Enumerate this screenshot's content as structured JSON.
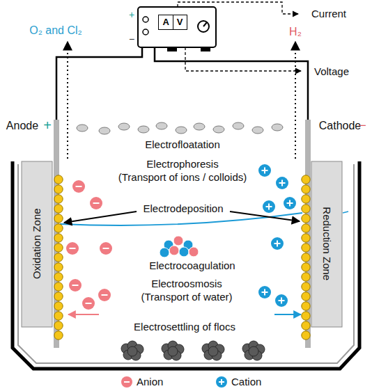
{
  "diagram": {
    "nodes": [
      {
        "text": [
          "A",
          "V"
        ]
      }
    ],
    "labels": [
      "Current",
      "Voltage",
      "O₂ and Cl₂",
      "H₂",
      "Anode",
      "+",
      "Cathode",
      "−",
      "+",
      "−",
      "Electrofloatation",
      "Electrophoresis",
      "(Transport of ions / colloids)",
      "Electrodeposition",
      "Electrocoagulation",
      "Electroosmosis",
      "(Transport of water)",
      "Electrosettling of flocs",
      "Oxidation Zone",
      "Reduction Zone"
    ],
    "legend": [
      {
        "text": "Anion",
        "color": "#f07b82"
      },
      {
        "text": "Cation",
        "color": "#1b9ad6"
      }
    ]
  }
}
